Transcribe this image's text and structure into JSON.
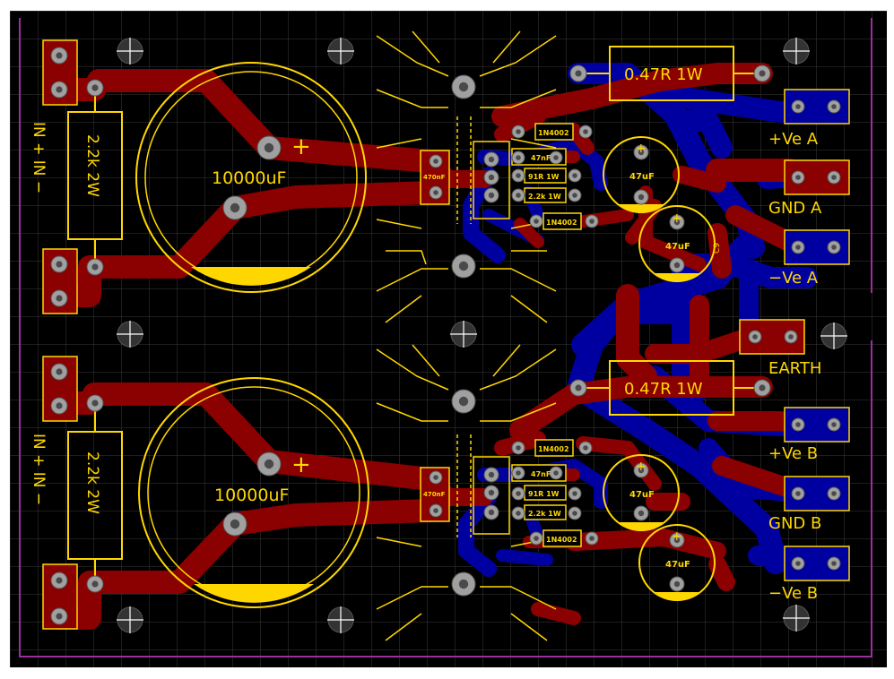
{
  "colors": {
    "background": "#000000",
    "grid": "#3a3a3a",
    "top_copper": "#8b0000",
    "bottom_copper": "#0000a0",
    "silkscreen": "#ffd700",
    "pad": "#9a9a9a",
    "board_outline": "#9b2f9b"
  },
  "section_a": {
    "input_label": "IN + IN −",
    "bleeder_resistor": "2.2k 2W",
    "main_cap": "10000uF",
    "cap_polarity": "+",
    "reg_input_cap": "470nF",
    "diode_top": "1N4002",
    "cap_47n": "47nF",
    "res_91r": "91R 1W",
    "res_2k2": "2.2k 1W",
    "diode_bottom": "1N4002",
    "elec_cap_1": "47uF",
    "elec_cap_2": "47uF",
    "cap_ref": "C9",
    "output_resistor": "0.47R 1W",
    "connectors": [
      "+Ve A",
      "GND A",
      "−Ve A"
    ]
  },
  "earth_label": "EARTH",
  "section_b": {
    "input_label": "IN + IN −",
    "bleeder_resistor": "2.2k 2W",
    "main_cap": "10000uF",
    "cap_polarity": "+",
    "reg_input_cap": "470nF",
    "diode_top": "1N4002",
    "cap_47n": "47nF",
    "res_91r": "91R 1W",
    "res_2k2": "2.2k 1W",
    "diode_bottom": "1N4002",
    "elec_cap_1": "47uF",
    "elec_cap_2": "47uF",
    "output_resistor": "0.47R 1W",
    "connectors": [
      "+Ve B",
      "GND B",
      "−Ve B"
    ]
  }
}
